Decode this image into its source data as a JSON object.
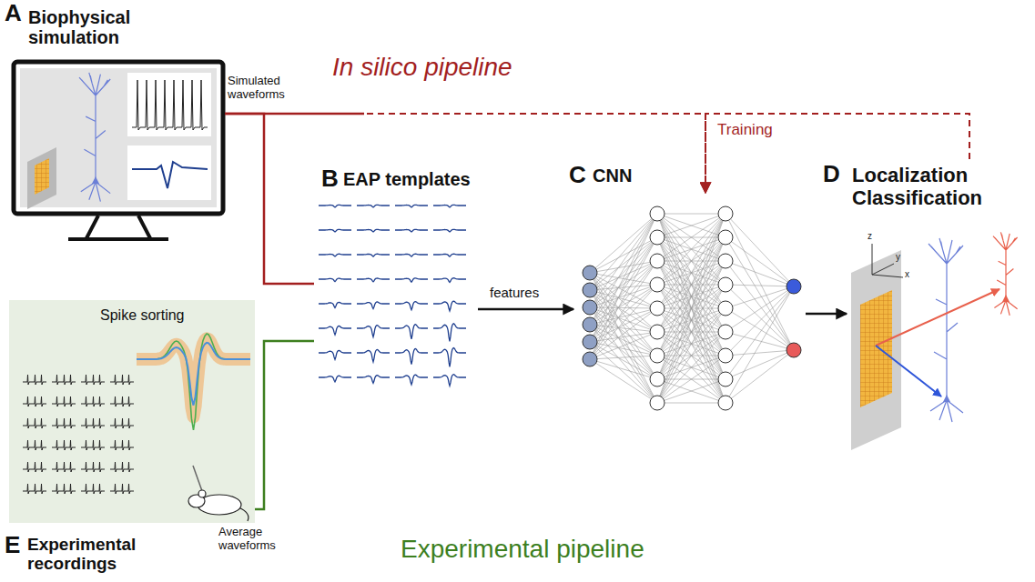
{
  "diagram": {
    "nodes": [
      {
        "text": [
          "A",
          "Biophysical simulation"
        ]
      },
      {
        "text": [
          "B",
          "EAP templates"
        ]
      },
      {
        "text": [
          "C",
          "CNN"
        ]
      },
      {
        "text": [
          "D",
          "Localization Classification"
        ]
      },
      {
        "text": [
          "E",
          "Experimental recordings",
          "Spike sorting"
        ]
      }
    ],
    "edges": [
      {
        "from": 0,
        "to": 1,
        "arrow": "none",
        "label": "Simulated waveforms"
      },
      {
        "from": 4,
        "to": 1,
        "arrow": "none",
        "label": "Average waveforms"
      },
      {
        "from": 1,
        "to": 2,
        "arrow": "to",
        "label": "features"
      },
      {
        "from": 2,
        "to": 3,
        "arrow": "to"
      },
      {
        "from": 0,
        "to": 2,
        "arrow": "to",
        "label": "Training"
      },
      {
        "from": 3,
        "to": 2,
        "arrow": "to"
      }
    ],
    "labels": [
      "In silico pipeline",
      "Experimental pipeline",
      "z",
      "y",
      "x"
    ]
  }
}
